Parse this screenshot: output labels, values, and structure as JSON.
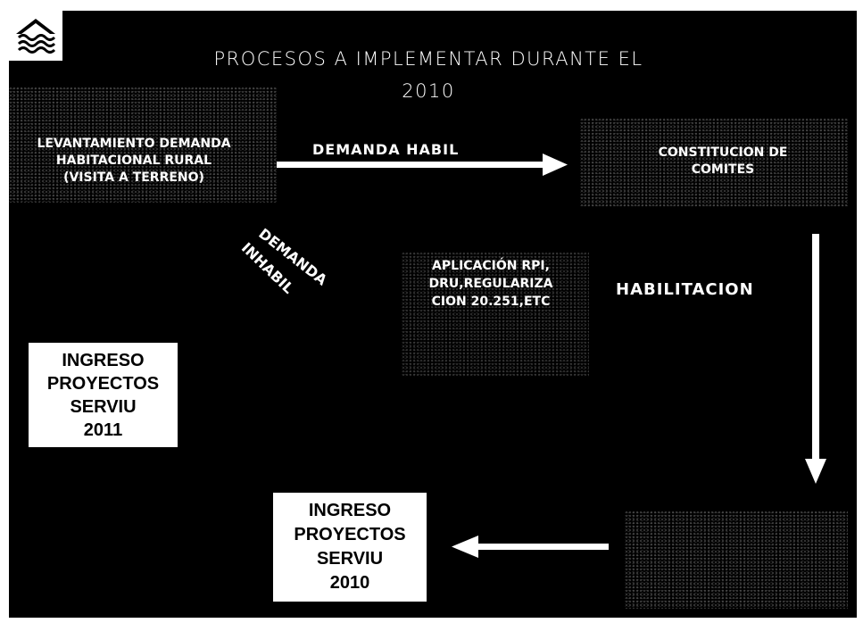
{
  "title_line1": "PROCESOS A IMPLEMENTAR DURANTE EL",
  "title_line2": "2010",
  "nodes": {
    "levantamiento": [
      "LEVANTAMIENTO DEMANDA",
      "HABITACIONAL RURAL",
      "(VISITA A TERRENO)"
    ],
    "constitucion": [
      "CONSTITUCION DE",
      "COMITES"
    ],
    "aplicacion": [
      "APLICACIÓN RPI,",
      "DRU,REGULARIZA",
      "CION 20.251,ETC"
    ],
    "ingreso_2011": [
      "INGRESO",
      "PROYECTOS",
      "SERVIU",
      "2011"
    ],
    "ingreso_2010": [
      "INGRESO",
      "PROYECTOS",
      "SERVIU",
      "2010"
    ]
  },
  "edges": {
    "demanda_habil": "DEMANDA HABIL",
    "demanda_inhabil_1": "DEMANDA",
    "demanda_inhabil_2": "INHABIL",
    "habilitacion": "HABILITACION"
  },
  "colors": {
    "background": "#000000",
    "text": "#ffffff",
    "box": "#ffffff",
    "box_text": "#000000"
  },
  "logo_icon": "waves-house-logo-icon"
}
